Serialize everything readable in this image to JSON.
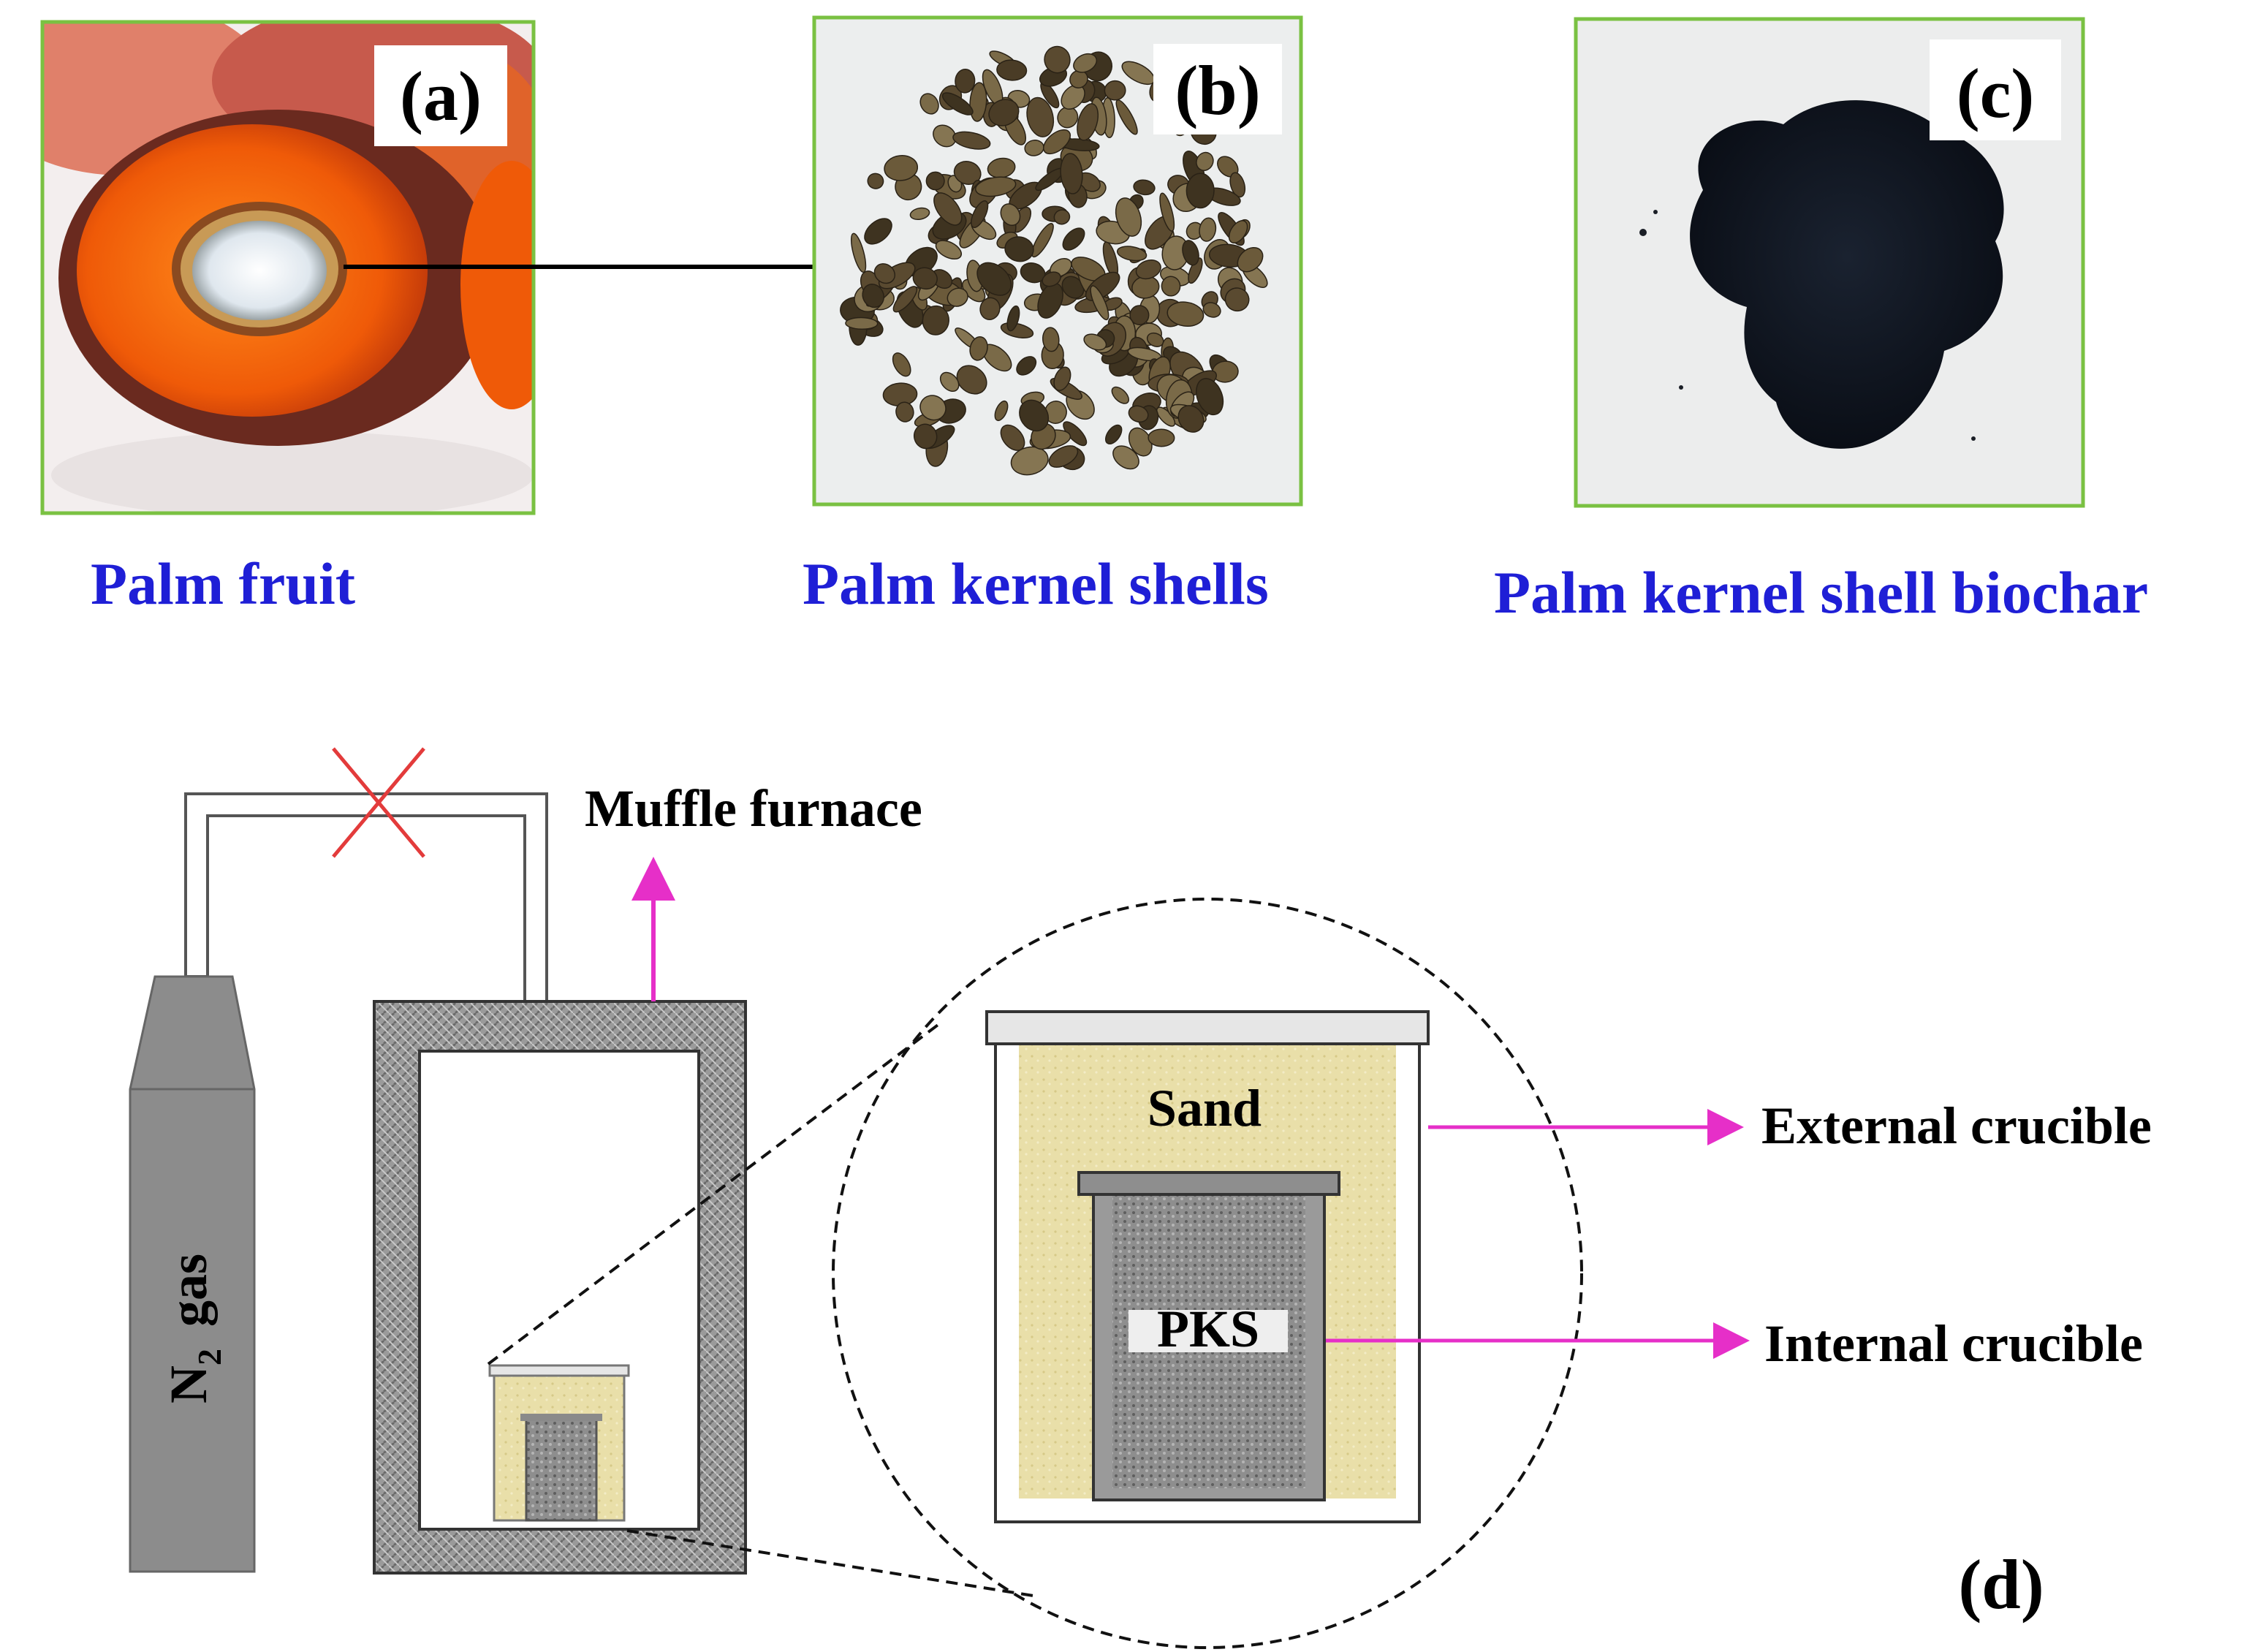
{
  "panels": {
    "a": {
      "letter": "(a)",
      "caption": "Palm fruit"
    },
    "b": {
      "letter": "(b)",
      "caption": "Palm kernel shells"
    },
    "c": {
      "letter": "(c)",
      "caption": "Palm kernel shell biochar"
    },
    "d": {
      "letter": "(d)"
    }
  },
  "diagram": {
    "muffle_label": "Muffle furnace",
    "gas_label_main": "N",
    "gas_label_sub": "2",
    "gas_label_rest": "gas",
    "sand_label": "Sand",
    "pks_label": "PKS",
    "external_label": "External crucible",
    "internal_label": "Internal crucible"
  },
  "colors": {
    "caption_blue": "#1f1fd6",
    "frame_green": "#7ac142",
    "arrow_magenta": "#e62fc8",
    "cross_red": "#e33b3b",
    "sand_yellow": "#e9dfa9",
    "cylinder_gray": "#8c8c8c"
  }
}
